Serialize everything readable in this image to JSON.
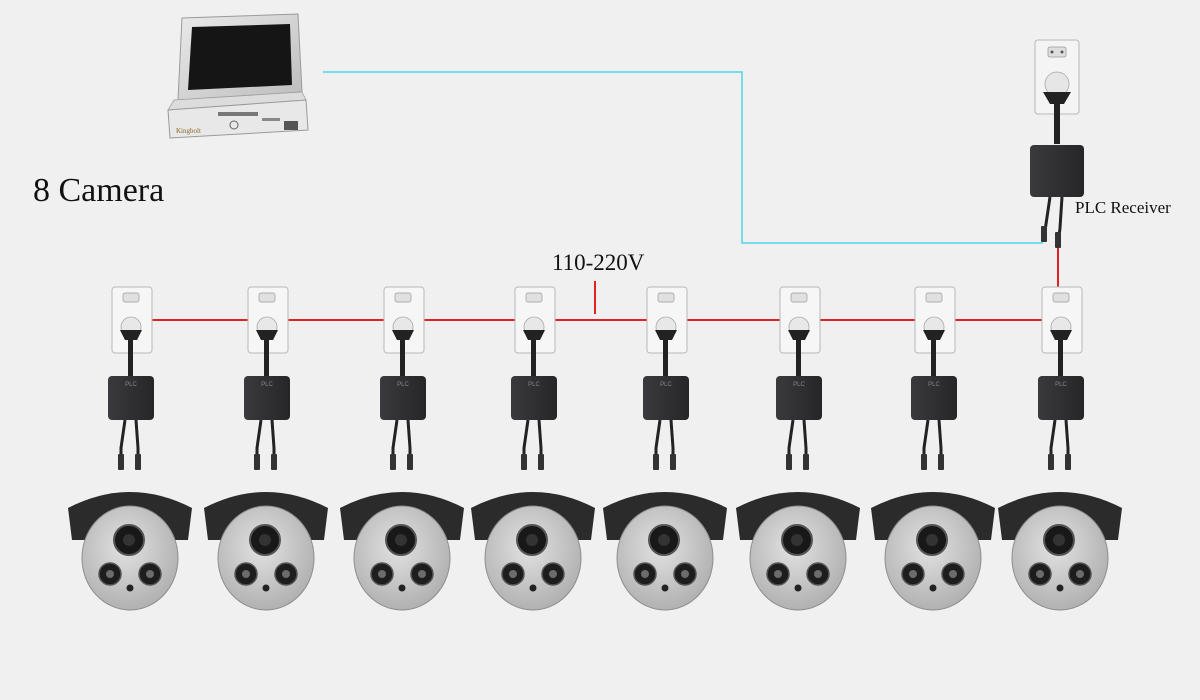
{
  "title": "8 Camera",
  "voltage_label": "110-220V",
  "receiver_label": "PLC Receiver",
  "adapter_label": "PLC",
  "monitor_brand": "Kingbolt",
  "camera_count": 8,
  "colors": {
    "power_line": "#e02222",
    "network_line": "#4fd6e8",
    "background": "#f0f0f0",
    "adapter_body": "#2e2e30",
    "camera_body": "#cfcfcf"
  }
}
